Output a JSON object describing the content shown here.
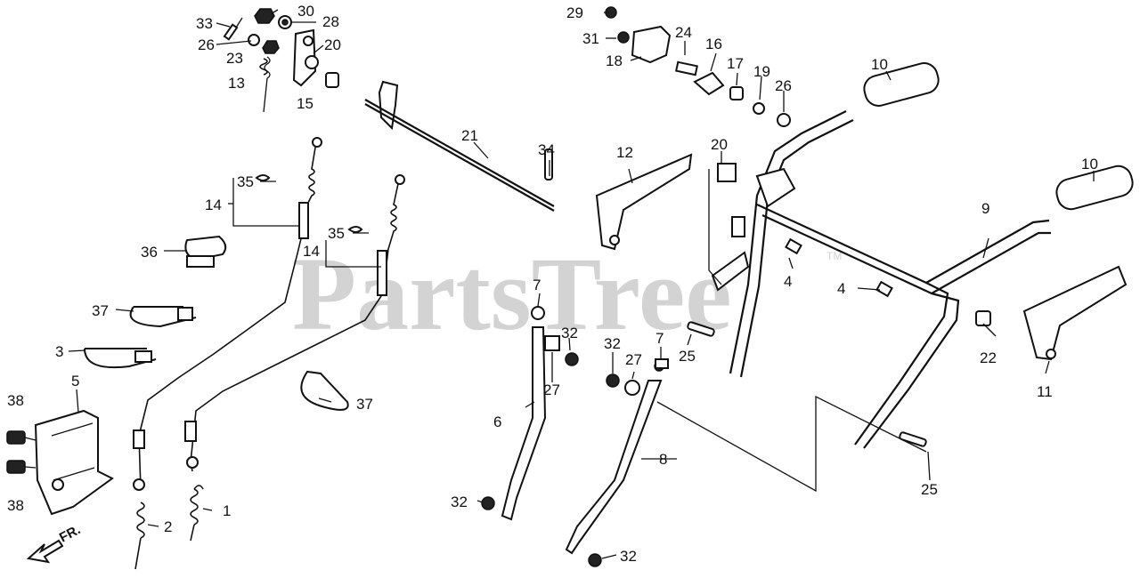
{
  "watermark": {
    "text": "PartsTree",
    "trademark": "TM"
  },
  "direction_label": "FR.",
  "callouts": {
    "c1": "1",
    "c2": "2",
    "c3": "3",
    "c4a": "4",
    "c4b": "4",
    "c5": "5",
    "c6": "6",
    "c7a": "7",
    "c7b": "7",
    "c8": "8",
    "c9": "9",
    "c10a": "10",
    "c10b": "10",
    "c11": "11",
    "c12": "12",
    "c13": "13",
    "c14a": "14",
    "c14b": "14",
    "c15": "15",
    "c16": "16",
    "c17": "17",
    "c18": "18",
    "c19": "19",
    "c20a": "20",
    "c20b": "20",
    "c21": "21",
    "c22": "22",
    "c23": "23",
    "c24": "24",
    "c25a": "25",
    "c25b": "25",
    "c26a": "26",
    "c26b": "26",
    "c27a": "27",
    "c27b": "27",
    "c28": "28",
    "c29": "29",
    "c30": "30",
    "c31": "31",
    "c32a": "32",
    "c32b": "32",
    "c32c": "32",
    "c32d": "32",
    "c33": "33",
    "c34": "34",
    "c35a": "35",
    "c35b": "35",
    "c36": "36",
    "c37a": "37",
    "c37b": "37",
    "c38a": "38",
    "c38b": "38"
  }
}
